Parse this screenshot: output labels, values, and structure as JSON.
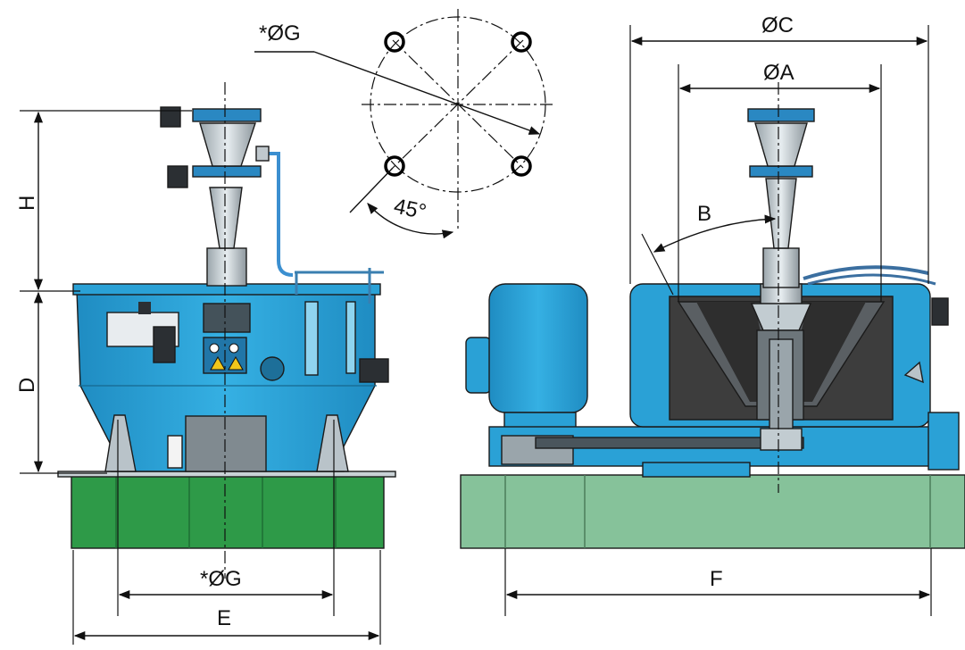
{
  "labels": {
    "bolt_circle_top": "*ØG",
    "angle": "45°",
    "dia_c": "ØC",
    "dia_a": "ØA",
    "angle_b": "B",
    "height_h": "H",
    "height_d": "D",
    "bolt_circle_bottom": "*ØG",
    "width_e": "E",
    "length_f": "F"
  },
  "colors": {
    "machine_blue": "#2aa1d6",
    "machine_blue_dark": "#1a7fb0",
    "base_green_left": "#2e9a48",
    "base_green_right": "#86c29a",
    "steel_grey": "#b9c3c9",
    "basket_dark": "#3d3d3d"
  }
}
